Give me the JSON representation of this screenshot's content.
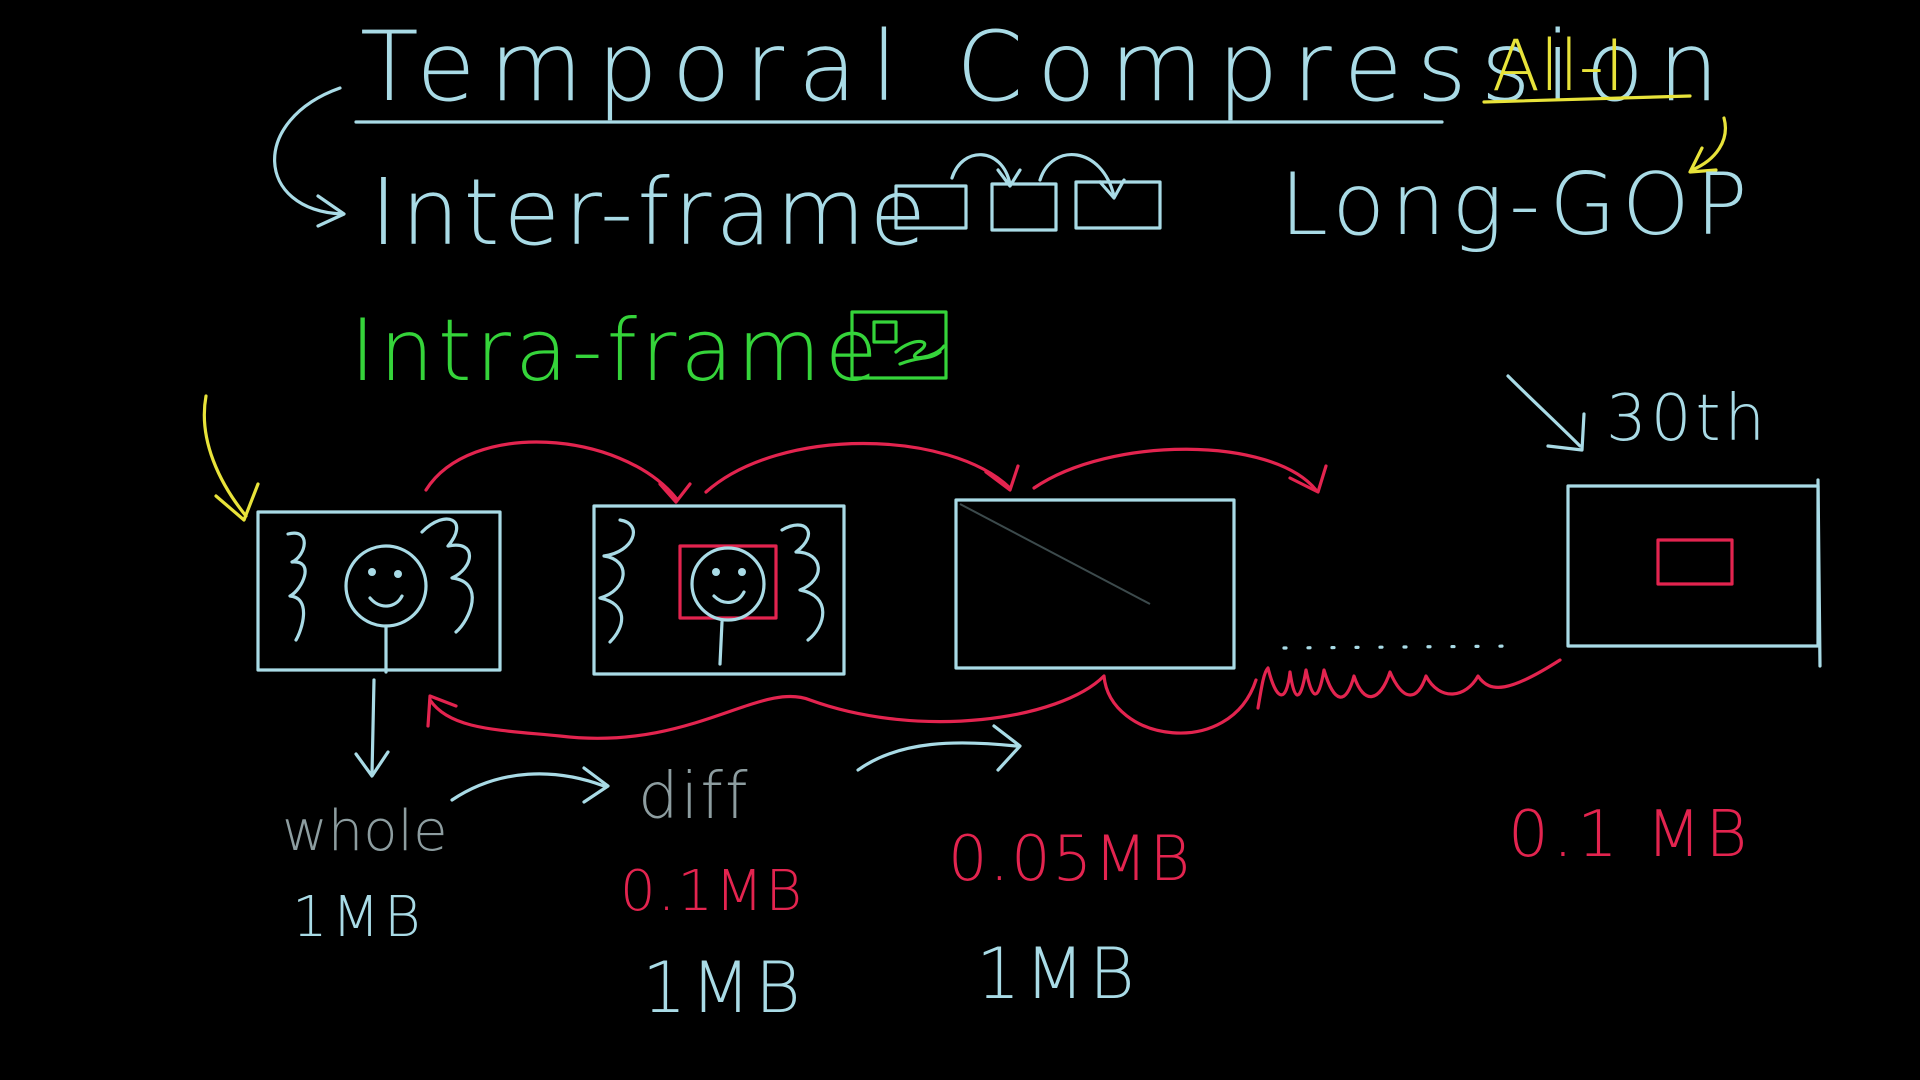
{
  "colors": {
    "background": "#000000",
    "blue": "#a9dbe6",
    "yellow": "#e8e33a",
    "green": "#35d43a",
    "red": "#e3244f",
    "gray": "#8d9da0"
  },
  "title": {
    "main": "Temporal Compression",
    "tag": "All-I"
  },
  "concepts": {
    "inter_frame": "Inter-frame",
    "long_gop": "Long-GOP",
    "intra_frame": "Intra-frame"
  },
  "frames": [
    {
      "name": "frame-1",
      "contents": "stick figure with scribbles",
      "label": "whole",
      "size": "1MB"
    },
    {
      "name": "frame-2",
      "contents": "stick figure with highlighted change region",
      "label": "diff",
      "diff_size": "0.1MB",
      "size": "1MB"
    },
    {
      "name": "frame-3",
      "contents": "empty",
      "diff_size": "0.05MB",
      "size": "1MB"
    },
    {
      "name": "frame-30",
      "marker": "30th",
      "contents": "changed region",
      "diff_size": "0.1 MB"
    }
  ]
}
